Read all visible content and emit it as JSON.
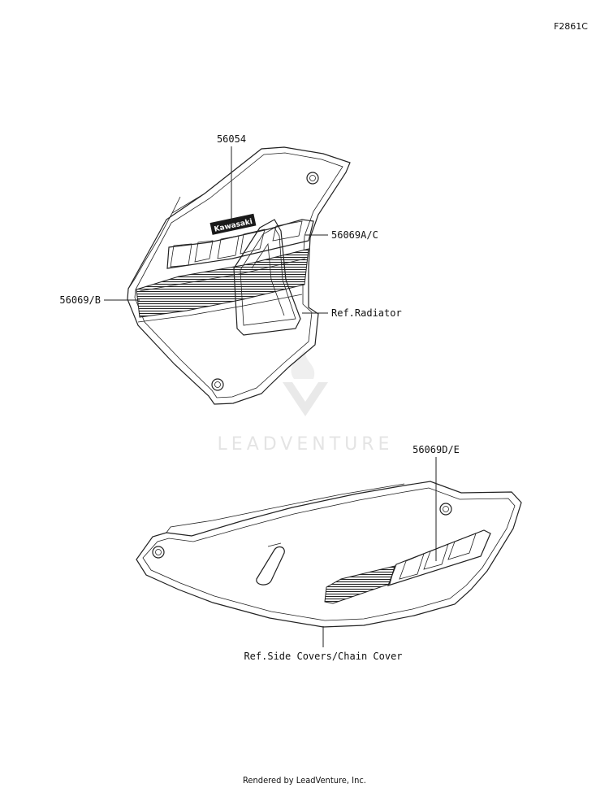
{
  "figure_id": "F2861C",
  "watermark": "LEADVENTURE",
  "footer": "Rendered by LeadVenture, Inc.",
  "logo_text": "Kawasaki",
  "labels": {
    "part_56054": "56054",
    "part_56069_ac": "56069A/C",
    "part_56069_b": "56069/B",
    "ref_radiator": "Ref.Radiator",
    "part_56069_de": "56069D/E",
    "ref_side_covers": "Ref.Side Covers/Chain Cover"
  }
}
